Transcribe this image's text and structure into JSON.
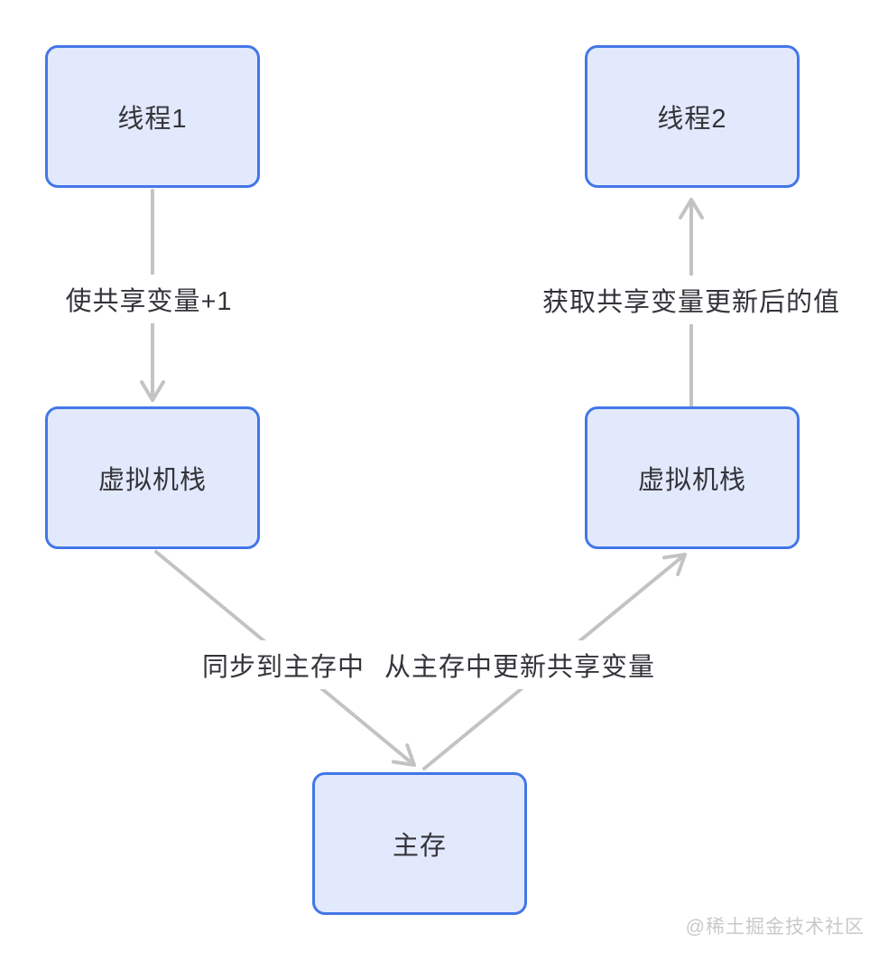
{
  "diagram": {
    "nodes": [
      {
        "id": "thread1",
        "label": "线程1"
      },
      {
        "id": "thread2",
        "label": "线程2"
      },
      {
        "id": "vm-stack-left",
        "label": "虚拟机栈"
      },
      {
        "id": "vm-stack-right",
        "label": "虚拟机栈"
      },
      {
        "id": "main-memory",
        "label": "主存"
      }
    ],
    "edges": [
      {
        "from": "thread1",
        "to": "vm-stack-left",
        "label": "使共享变量+1"
      },
      {
        "from": "vm-stack-right",
        "to": "thread2",
        "label": "获取共享变量更新后的值"
      },
      {
        "from": "vm-stack-left",
        "to": "main-memory",
        "label": "同步到主存中"
      },
      {
        "from": "main-memory",
        "to": "vm-stack-right",
        "label": "从主存中更新共享变量"
      }
    ]
  },
  "watermark": "@稀土掘金技术社区",
  "colors": {
    "box_border": "#4377e8",
    "box_fill": "#e3e9fc",
    "arrow": "#c3c3c6",
    "text": "#33343a",
    "watermark": "#c9c9c9"
  }
}
